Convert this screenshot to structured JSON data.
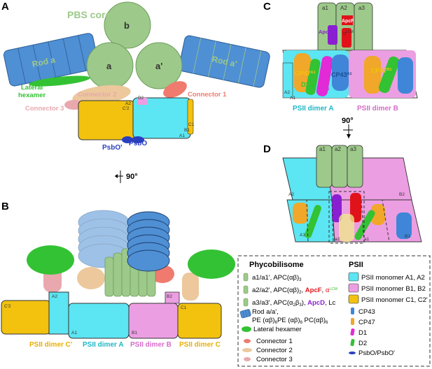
{
  "colors": {
    "apc_green": "#9dc98a",
    "apc_green_dark": "#6e9e5c",
    "rod_blue": "#4f8fd4",
    "cyan": "#5ce5f2",
    "pink": "#ec9ee2",
    "yellow": "#f2c20f",
    "lateral": "#33c233",
    "connector1": "#f07a6e",
    "connector2": "#ecc89c",
    "connector3": "#e8a8ae",
    "d1_magenta": "#e22ad6",
    "d2_green": "#33c233",
    "cp43_blue": "#3f86d8",
    "cp47_orange": "#f0a72a",
    "red": "#e0131a",
    "purple": "#8a1fd1"
  },
  "panels": {
    "a": "A",
    "b": "B",
    "c": "C",
    "d": "D"
  },
  "panel_a": {
    "pbs_core": "PBS core",
    "b": "b",
    "a": "a",
    "a_prime": "a'",
    "rod_a": "Rod a",
    "rod_a_prime": "Rod a'",
    "lateral_hexamer": "Lateral\nhexamer",
    "connector_2": "Connector 2",
    "connector_1": "Connector 1",
    "connector_3": "Connector 3",
    "psbo_prime": "PsbO'",
    "psbo": "PsbO",
    "b2": "B2",
    "a2": "A2",
    "c2p": "C'2",
    "c1": "C1",
    "b1": "B1",
    "a1": "A1"
  },
  "rotation": {
    "label": "90°"
  },
  "panel_b": {
    "c2p": "C'2",
    "a2": "A2",
    "b2": "B2",
    "a1": "A1",
    "b1": "B1",
    "c1": "C1",
    "dimer_cp": "PSII dimer C'",
    "dimer_a": "PSII dimer A",
    "dimer_b": "PSII dimer B",
    "dimer_c": "PSII dimer C"
  },
  "panel_c": {
    "a1": "a1",
    "a2": "A2",
    "a3": "a3",
    "apcd": "ApcD",
    "apcf": "ApcF",
    "alcm": "α",
    "alcm_sup": "LCM",
    "cp47a1": "CP47",
    "cp47a1_sup": "A1",
    "d2a1": "D2",
    "d2a1_sup": "A1",
    "d1a1": "D1",
    "d1a1_sup": "A1",
    "cp43a1": "CP43",
    "cp43a1_sup": "A1",
    "cp47b1": "CP47",
    "cp47b1_sup": "B1",
    "a1l": "A1",
    "dimer_a": "PSII dimer A",
    "dimer_b": "PSII dimer B"
  },
  "panel_d": {
    "a1": "a1",
    "a2": "a2",
    "a3": "a3",
    "A2": "A2",
    "B2": "B2",
    "A1": "A1",
    "B1": "B1",
    "a2b": "a2",
    "a1b": "a1"
  },
  "legend": {
    "pbs_title": "Phycobilisome",
    "psii_title": "PSII",
    "a1": "a1/a1', APC(αβ)",
    "a1_sub": "3",
    "a2": "a2/a2', APC(αβ)",
    "a2_sub": "2",
    "a2_apcf": "ApcF",
    "a2_alcm": "α",
    "a2_alcm_sup": "LCM",
    "a3": "a3/a3', APC(α",
    "a3_sub1": "2",
    "a3_mid": "β",
    "a3_sub2": "3",
    "a3_end": "),",
    "a3_apcd": "ApcD",
    "a3_lc": ", Lc",
    "rod_line1": "Rod a/a',",
    "rod_line2": "PE (αβ)",
    "rod_line2b": "PE (αβ)",
    "rod_line2c": "PC(αβ)",
    "rod_sub": "6",
    "lateral": "Lateral hexamer",
    "conn1": "Connector 1",
    "conn2": "Connector 2",
    "conn3": "Connector 3",
    "psii_a": "PSII monomer A1, A2",
    "psii_b": "PSII monomer B1, B2",
    "psii_c": "PSII monomer C1, C2'",
    "cp43": "CP43",
    "cp47": "CP47",
    "d1": "D1",
    "d2": "D2",
    "psbo": "PsbO/PsbO'"
  }
}
